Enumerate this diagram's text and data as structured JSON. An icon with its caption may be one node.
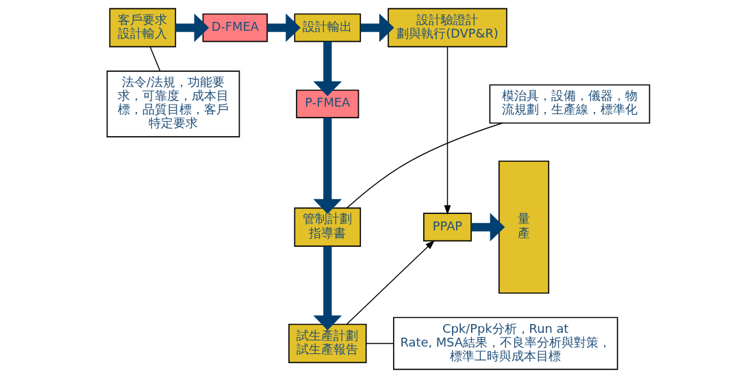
{
  "diagram": {
    "nodes": [
      {
        "text": [
          "客戶要求設計輸入"
        ]
      },
      {
        "text": [
          "D-FMEA"
        ]
      },
      {
        "text": [
          "設計輸出"
        ]
      },
      {
        "text": [
          "設計驗證計劃與執行(DVP&R)"
        ]
      },
      {
        "text": [
          "P-FMEA"
        ]
      },
      {
        "text": [
          "管制計劃指導書"
        ]
      },
      {
        "text": [
          "試生產計劃試生產報告"
        ]
      },
      {
        "text": [
          "PPAP"
        ]
      },
      {
        "text": [
          "量產"
        ]
      },
      {
        "text": [
          "法令/法規，功能要求，可靠度，成本目標，品質目標，客戶特定要求"
        ]
      },
      {
        "text": [
          "模治具，設備，儀器，物流規劃，生產線，標準化"
        ]
      },
      {
        "text": [
          "Cpk/Ppk分析，Run at Rate, MSA結果，不良率分析與對策，標準工時與成本目標"
        ]
      }
    ],
    "edges": [
      {
        "from": 0,
        "to": 1,
        "arrow": "to"
      },
      {
        "from": 1,
        "to": 2,
        "arrow": "to"
      },
      {
        "from": 2,
        "to": 3,
        "arrow": "to"
      },
      {
        "from": 2,
        "to": 4,
        "arrow": "to"
      },
      {
        "from": 4,
        "to": 5,
        "arrow": "to"
      },
      {
        "from": 5,
        "to": 6,
        "arrow": "to"
      },
      {
        "from": 3,
        "to": 7,
        "arrow": "to",
        "color": "#000000"
      },
      {
        "from": 6,
        "to": 7,
        "arrow": "to",
        "color": "#000000"
      },
      {
        "from": 7,
        "to": 8,
        "arrow": "to"
      },
      {
        "from": 9,
        "to": 0,
        "arrow": "none",
        "color": "#000000"
      },
      {
        "from": 10,
        "to": 5,
        "arrow": "none",
        "color": "#000000"
      },
      {
        "from": 11,
        "to": 6,
        "arrow": "none",
        "color": "#000000"
      }
    ]
  }
}
